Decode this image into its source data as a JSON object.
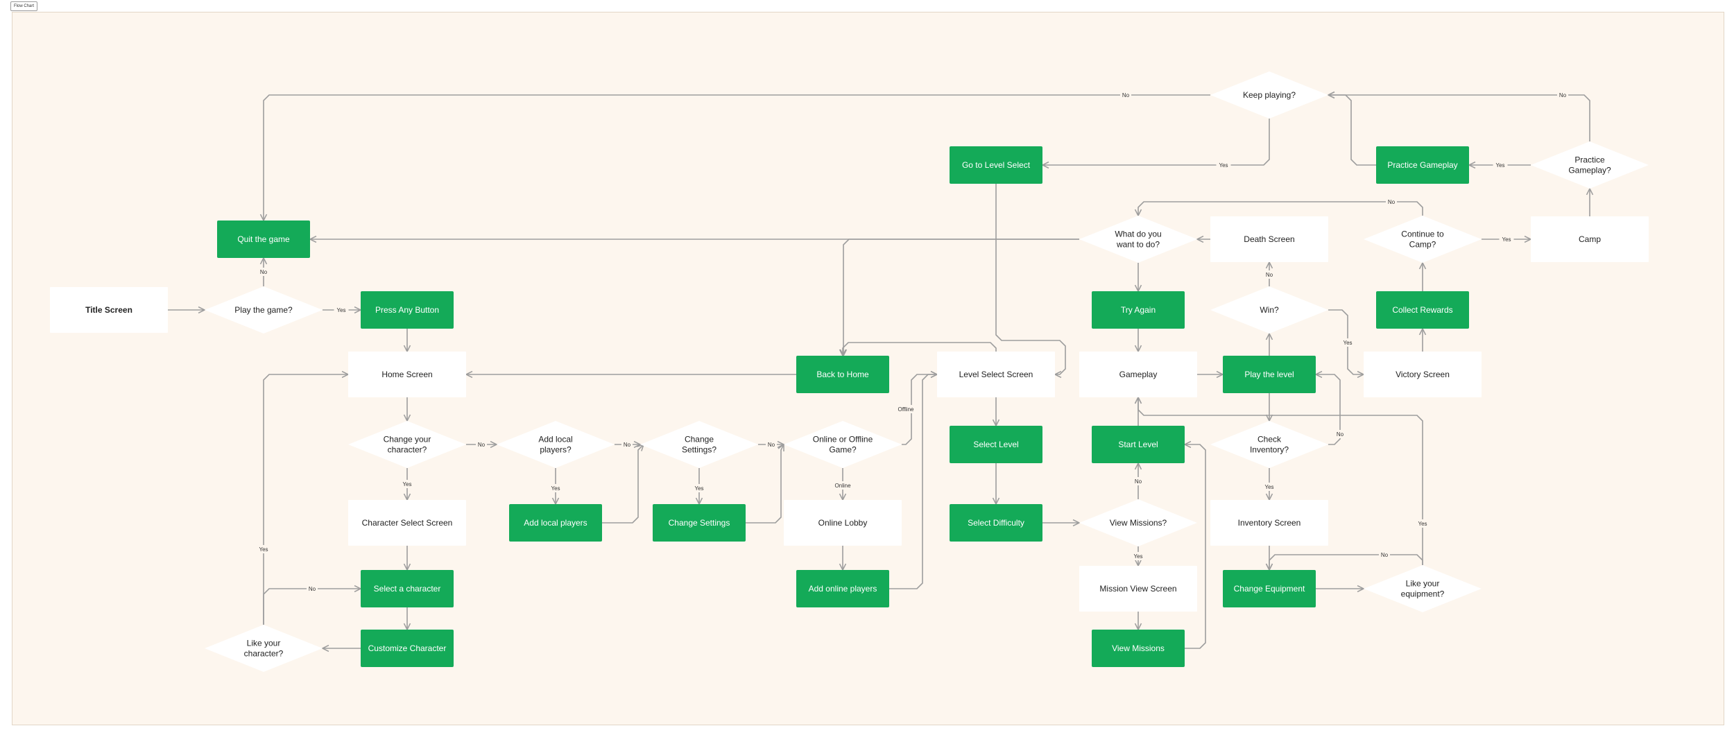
{
  "frame": {
    "label": "Flow Chart"
  },
  "nodes": [
    {
      "id": "title",
      "label": "Title Screen",
      "kind": "white",
      "bold": true
    },
    {
      "id": "play_q",
      "label": "Play the game?",
      "kind": "diamond"
    },
    {
      "id": "quit",
      "label": "Quit the game",
      "kind": "green"
    },
    {
      "id": "press",
      "label": "Press Any Button",
      "kind": "green"
    },
    {
      "id": "home",
      "label": "Home Screen",
      "kind": "white"
    },
    {
      "id": "change_char_q",
      "label": "Change your\ncharacter?",
      "kind": "diamond"
    },
    {
      "id": "char_select",
      "label": "Character Select Screen",
      "kind": "white"
    },
    {
      "id": "select_char",
      "label": "Select a character",
      "kind": "green"
    },
    {
      "id": "customize",
      "label": "Customize Character",
      "kind": "green"
    },
    {
      "id": "like_char_q",
      "label": "Like your\ncharacter?",
      "kind": "diamond"
    },
    {
      "id": "add_local_q",
      "label": "Add local\nplayers?",
      "kind": "diamond"
    },
    {
      "id": "add_local",
      "label": "Add local players",
      "kind": "green"
    },
    {
      "id": "change_settings_q",
      "label": "Change\nSettings?",
      "kind": "diamond"
    },
    {
      "id": "change_settings",
      "label": "Change Settings",
      "kind": "green"
    },
    {
      "id": "online_q",
      "label": "Online or Offline\nGame?",
      "kind": "diamond"
    },
    {
      "id": "online_lobby",
      "label": "Online Lobby",
      "kind": "white"
    },
    {
      "id": "add_online",
      "label": "Add online players",
      "kind": "green"
    },
    {
      "id": "back_home",
      "label": "Back to Home",
      "kind": "green"
    },
    {
      "id": "goto_level",
      "label": "Go to Level Select",
      "kind": "green"
    },
    {
      "id": "level_select",
      "label": "Level Select Screen",
      "kind": "white"
    },
    {
      "id": "select_level",
      "label": "Select Level",
      "kind": "green"
    },
    {
      "id": "select_diff",
      "label": "Select Difficulty",
      "kind": "green"
    },
    {
      "id": "view_missions_q",
      "label": "View Missions?",
      "kind": "diamond"
    },
    {
      "id": "mission_view",
      "label": "Mission View Screen",
      "kind": "white"
    },
    {
      "id": "view_missions",
      "label": "View Missions",
      "kind": "green"
    },
    {
      "id": "start_level",
      "label": "Start Level",
      "kind": "green"
    },
    {
      "id": "gameplay",
      "label": "Gameplay",
      "kind": "white"
    },
    {
      "id": "try_again",
      "label": "Try Again",
      "kind": "green"
    },
    {
      "id": "what_do_q",
      "label": "What do you\nwant to do?",
      "kind": "diamond"
    },
    {
      "id": "keep_playing_q",
      "label": "Keep playing?",
      "kind": "diamond"
    },
    {
      "id": "death",
      "label": "Death Screen",
      "kind": "white"
    },
    {
      "id": "win_q",
      "label": "Win?",
      "kind": "diamond"
    },
    {
      "id": "play_level",
      "label": "Play the level",
      "kind": "green"
    },
    {
      "id": "check_inv_q",
      "label": "Check\nInventory?",
      "kind": "diamond"
    },
    {
      "id": "inventory",
      "label": "Inventory Screen",
      "kind": "white"
    },
    {
      "id": "change_equip",
      "label": "Change Equipment",
      "kind": "green"
    },
    {
      "id": "like_equip_q",
      "label": "Like your\nequipment?",
      "kind": "diamond"
    },
    {
      "id": "victory",
      "label": "Victory Screen",
      "kind": "white"
    },
    {
      "id": "collect",
      "label": "Collect Rewards",
      "kind": "green"
    },
    {
      "id": "continue_camp_q",
      "label": "Continue to\nCamp?",
      "kind": "diamond"
    },
    {
      "id": "camp",
      "label": "Camp",
      "kind": "white"
    },
    {
      "id": "practice_q",
      "label": "Practice\nGameplay?",
      "kind": "diamond"
    },
    {
      "id": "practice",
      "label": "Practice Gameplay",
      "kind": "green"
    }
  ],
  "edges": [
    {
      "from": "title",
      "to": "play_q",
      "label": ""
    },
    {
      "from": "play_q",
      "to": "press",
      "label": "Yes"
    },
    {
      "from": "play_q",
      "to": "quit",
      "label": "No"
    },
    {
      "from": "press",
      "to": "home",
      "label": ""
    },
    {
      "from": "home",
      "to": "change_char_q",
      "label": ""
    },
    {
      "from": "change_char_q",
      "to": "char_select",
      "label": "Yes"
    },
    {
      "from": "char_select",
      "to": "select_char",
      "label": ""
    },
    {
      "from": "select_char",
      "to": "customize",
      "label": ""
    },
    {
      "from": "customize",
      "to": "like_char_q",
      "label": ""
    },
    {
      "from": "like_char_q",
      "to": "select_char",
      "label": "No"
    },
    {
      "from": "like_char_q",
      "to": "home",
      "label": "Yes"
    },
    {
      "from": "change_char_q",
      "to": "add_local_q",
      "label": "No"
    },
    {
      "from": "add_local_q",
      "to": "add_local",
      "label": "Yes"
    },
    {
      "from": "add_local",
      "to": "change_settings_q",
      "label": ""
    },
    {
      "from": "add_local_q",
      "to": "change_settings_q",
      "label": "No"
    },
    {
      "from": "change_settings_q",
      "to": "change_settings",
      "label": "Yes"
    },
    {
      "from": "change_settings",
      "to": "online_q",
      "label": ""
    },
    {
      "from": "change_settings_q",
      "to": "online_q",
      "label": "No"
    },
    {
      "from": "online_q",
      "to": "online_lobby",
      "label": "Online"
    },
    {
      "from": "online_q",
      "to": "level_select",
      "label": "Offline"
    },
    {
      "from": "online_lobby",
      "to": "add_online",
      "label": ""
    },
    {
      "from": "add_online",
      "to": "level_select",
      "label": ""
    },
    {
      "from": "back_home",
      "to": "home",
      "label": ""
    },
    {
      "from": "level_select",
      "to": "back_home",
      "label": ""
    },
    {
      "from": "level_select",
      "to": "select_level",
      "label": ""
    },
    {
      "from": "select_level",
      "to": "select_diff",
      "label": ""
    },
    {
      "from": "select_diff",
      "to": "view_missions_q",
      "label": ""
    },
    {
      "from": "view_missions_q",
      "to": "mission_view",
      "label": "Yes"
    },
    {
      "from": "view_missions_q",
      "to": "start_level",
      "label": "No"
    },
    {
      "from": "mission_view",
      "to": "view_missions",
      "label": ""
    },
    {
      "from": "view_missions",
      "to": "start_level",
      "label": ""
    },
    {
      "from": "start_level",
      "to": "gameplay",
      "label": ""
    },
    {
      "from": "gameplay",
      "to": "play_level",
      "label": ""
    },
    {
      "from": "play_level",
      "to": "win_q",
      "label": ""
    },
    {
      "from": "win_q",
      "to": "death",
      "label": "No"
    },
    {
      "from": "win_q",
      "to": "victory",
      "label": "Yes"
    },
    {
      "from": "death",
      "to": "what_do_q",
      "label": ""
    },
    {
      "from": "what_do_q",
      "to": "try_again",
      "label": ""
    },
    {
      "from": "try_again",
      "to": "gameplay",
      "label": ""
    },
    {
      "from": "what_do_q",
      "to": "quit",
      "label": ""
    },
    {
      "from": "what_do_q",
      "to": "back_home",
      "label": ""
    },
    {
      "from": "play_level",
      "to": "check_inv_q",
      "label": ""
    },
    {
      "from": "check_inv_q",
      "to": "inventory",
      "label": "Yes"
    },
    {
      "from": "check_inv_q",
      "to": "play_level",
      "label": "No"
    },
    {
      "from": "inventory",
      "to": "change_equip",
      "label": ""
    },
    {
      "from": "change_equip",
      "to": "like_equip_q",
      "label": ""
    },
    {
      "from": "like_equip_q",
      "to": "change_equip",
      "label": "No"
    },
    {
      "from": "like_equip_q",
      "to": "gameplay",
      "label": "Yes"
    },
    {
      "from": "victory",
      "to": "collect",
      "label": ""
    },
    {
      "from": "collect",
      "to": "continue_camp_q",
      "label": ""
    },
    {
      "from": "continue_camp_q",
      "to": "camp",
      "label": "Yes"
    },
    {
      "from": "continue_camp_q",
      "to": "what_do_q",
      "label": "No"
    },
    {
      "from": "camp",
      "to": "practice_q",
      "label": ""
    },
    {
      "from": "practice_q",
      "to": "practice",
      "label": "Yes"
    },
    {
      "from": "practice_q",
      "to": "keep_playing_q",
      "label": "No"
    },
    {
      "from": "practice",
      "to": "keep_playing_q",
      "label": ""
    },
    {
      "from": "keep_playing_q",
      "to": "goto_level",
      "label": "Yes"
    },
    {
      "from": "keep_playing_q",
      "to": "quit",
      "label": "No"
    },
    {
      "from": "goto_level",
      "to": "level_select",
      "label": ""
    }
  ],
  "colors": {
    "green": "#14aa58",
    "canvas": "#fdf6ee",
    "edge": "#9d9d9d",
    "border": "#e2d6c6"
  }
}
